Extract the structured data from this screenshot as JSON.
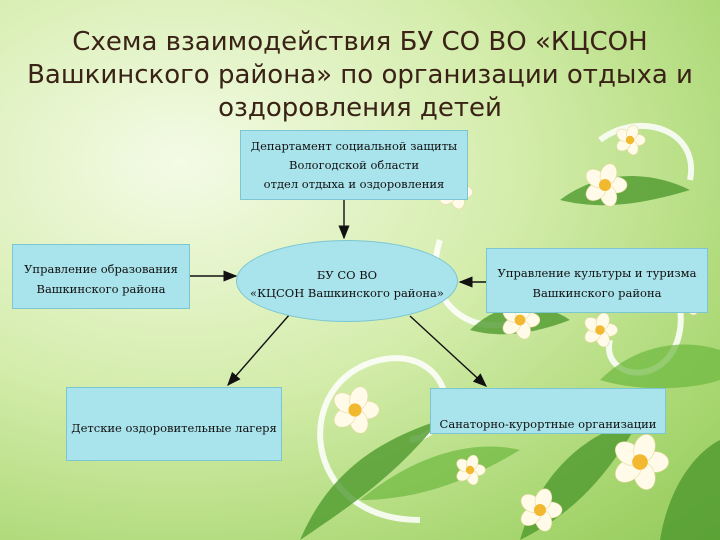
{
  "title": {
    "line1": "Схема взаимодействия БУ СО ВО «КЦСОН",
    "line2": "Вашкинского района» по организации отдыха и",
    "line3": "оздоровления детей"
  },
  "nodes": {
    "department": {
      "line1": "Департамент социальной защиты",
      "line2": "Вологодской области",
      "line3": "отдел отдыха и оздоровления"
    },
    "education": {
      "line1": "Управление образования",
      "line2": "Вашкинского района"
    },
    "center": {
      "line1": "БУ СО ВО",
      "line2": "«КЦСОН Вашкинского района»"
    },
    "culture": {
      "line1": "Управление культуры и туризма",
      "line2": "Вашкинского района"
    },
    "camps": {
      "line1": "Детские оздоровительные лагеря"
    },
    "sanatoriums": {
      "line1": "Санаторно-курортные организации"
    }
  },
  "colors": {
    "box_fill": "#a9e3ec",
    "title_text": "#3a2316",
    "arrow": "#111111",
    "background": "#c9e69a"
  }
}
